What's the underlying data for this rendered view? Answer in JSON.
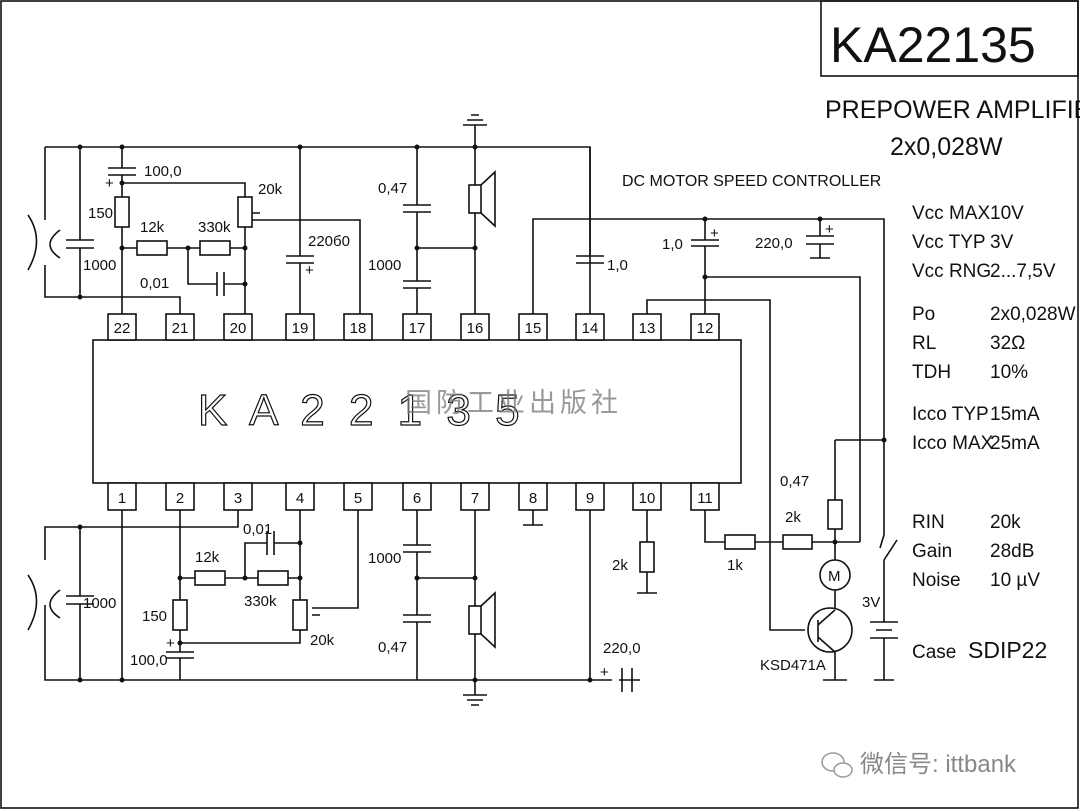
{
  "title": "KA22135",
  "subtitle": "PREPOWER AMPLIFIER",
  "power": "2x0,028W",
  "section_title": "DC MOTOR SPEED CONTROLLER",
  "chip_label": "K A 2 2 1 3 5",
  "pins_top": [
    "22",
    "21",
    "20",
    "19",
    "18",
    "17",
    "16",
    "15",
    "14",
    "13",
    "12"
  ],
  "pins_bottom": [
    "1",
    "2",
    "3",
    "4",
    "5",
    "6",
    "7",
    "8",
    "9",
    "10",
    "11"
  ],
  "components": {
    "c_top_100": "100,0",
    "r_top_150": "150",
    "r_top_12k": "12k",
    "r_top_330k": "330k",
    "pot_top_20k": "20k",
    "c_top_001": "0,01",
    "c_top_1000": "1000",
    "c_top_220": "220б0",
    "c_17_047": "0,47",
    "c_17_1000": "1000",
    "c_14_1": "1,0",
    "c_12_1": "1,0",
    "c_220": "220,0",
    "c_bot_1000": "1000",
    "c_bot_001": "0,01",
    "r_bot_12k": "12k",
    "r_bot_330k": "330k",
    "r_bot_150": "150",
    "c_bot_100": "100,0",
    "pot_bot_20k": "20k",
    "c_6_1000": "1000",
    "c_6_047": "0,47",
    "c_9_220": "220,0",
    "r_10_2k": "2k",
    "r_11_1k": "1k",
    "r_2k": "2k",
    "r_047": "0,47",
    "motor": "M",
    "battery": "3V",
    "transistor": "KSD471A"
  },
  "specs": [
    {
      "label": "Vcc MAX",
      "value": "10V"
    },
    {
      "label": "Vcc TYP",
      "value": "3V"
    },
    {
      "label": "Vcc RNG",
      "value": "2...7,5V"
    },
    {
      "label": "Po",
      "value": "2x0,028W"
    },
    {
      "label": "RL",
      "value": "32Ω"
    },
    {
      "label": "TDH",
      "value": "10%"
    },
    {
      "label": "Icco TYP",
      "value": "15mA"
    },
    {
      "label": "Icco MAX",
      "value": "25mA"
    },
    {
      "label": "RIN",
      "value": "20k"
    },
    {
      "label": "Gain",
      "value": "28dB"
    },
    {
      "label": "Noise",
      "value": "10 µV"
    }
  ],
  "case": {
    "label": "Case",
    "value": "SDIP22"
  },
  "watermark_publisher": "国防工业出版社",
  "watermark_wechat": "微信号: ittbank"
}
